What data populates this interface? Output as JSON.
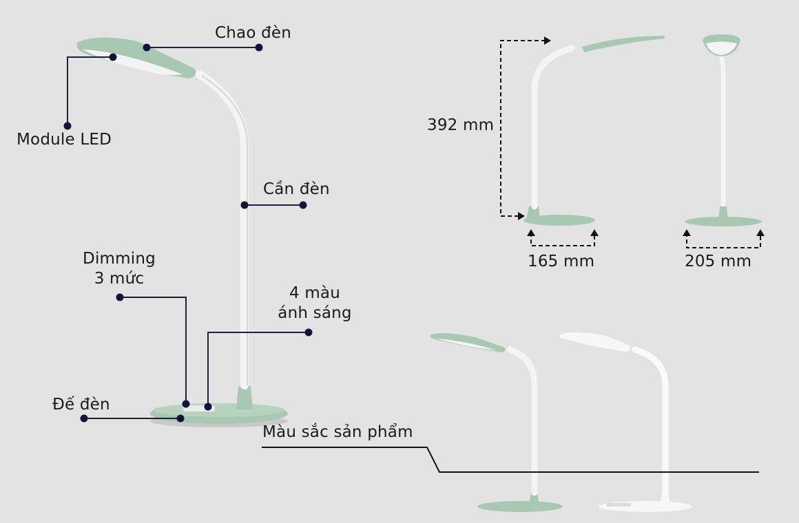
{
  "labels": {
    "chao_den": "Chao đèn",
    "module_led": "Module LED",
    "can_den": "Cần đèn",
    "dimming": "Dimming\n3 mức",
    "bon_mau": "4 màu\nánh sáng",
    "de_den": "Đế đèn",
    "mau_sac": "Màu sắc sản phẩm"
  },
  "dimensions": {
    "height": "392 mm",
    "depth": "165 mm",
    "width": "205 mm"
  },
  "colors": {
    "background": "#e3e3e3",
    "line": "#1e1e3c",
    "lamp_green": "#a9c8b3",
    "lamp_white": "#f7f7f7",
    "led_panel": "#f4f4f6"
  }
}
